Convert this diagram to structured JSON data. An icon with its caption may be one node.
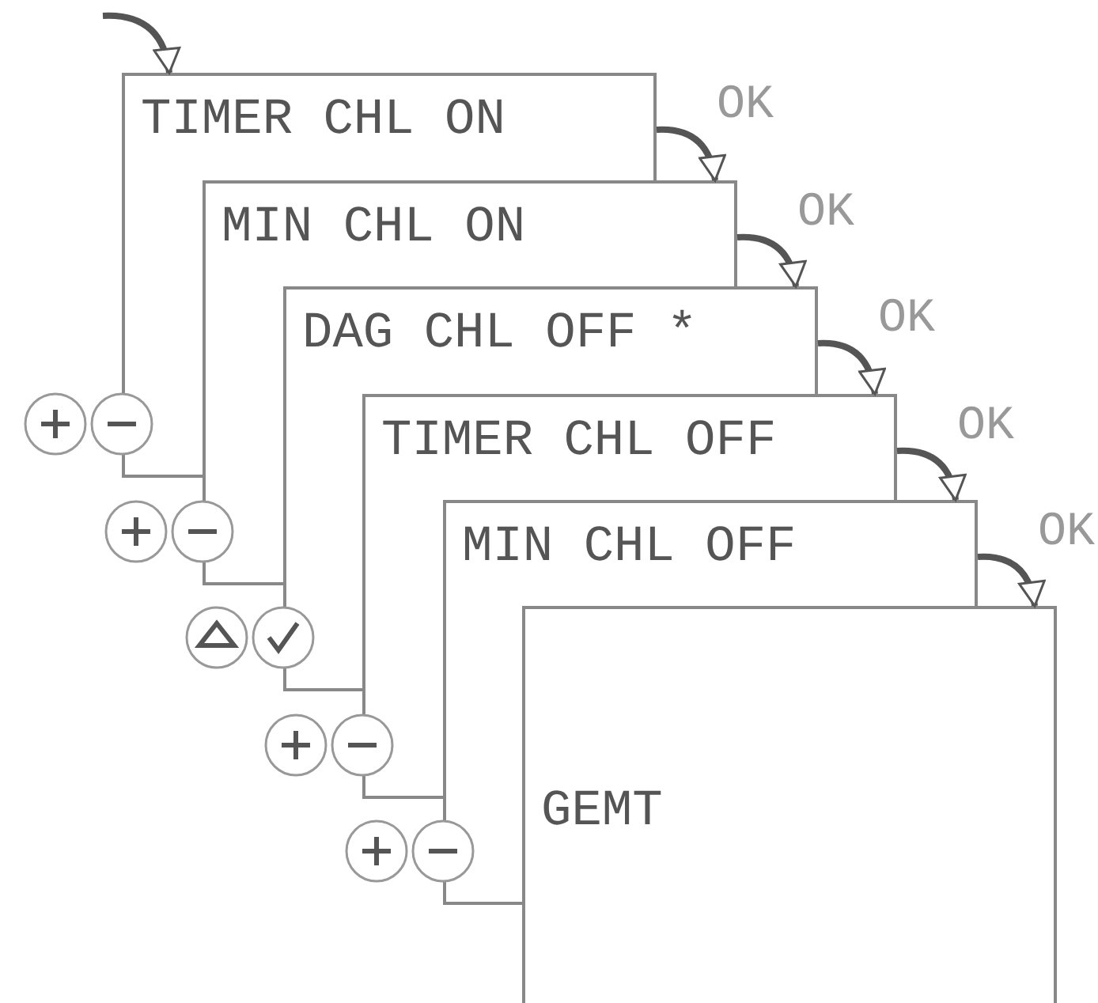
{
  "diagram": {
    "nodes": [
      {
        "text": [
          "TIMER CHL ON"
        ]
      },
      {
        "text": [
          "MIN CHL ON"
        ]
      },
      {
        "text": [
          "DAG CHL OFF *"
        ]
      },
      {
        "text": [
          "TIMER CHL OFF"
        ]
      },
      {
        "text": [
          "MIN CHL OFF"
        ]
      },
      {
        "text": [
          "GEMT"
        ]
      }
    ],
    "edges": [
      {
        "from": null,
        "to": 0,
        "arrow": "to"
      },
      {
        "from": 0,
        "to": 1,
        "arrow": "to",
        "label": "OK"
      },
      {
        "from": 1,
        "to": 2,
        "arrow": "to",
        "label": "OK"
      },
      {
        "from": 2,
        "to": 3,
        "arrow": "to",
        "label": "OK"
      },
      {
        "from": 3,
        "to": 4,
        "arrow": "to",
        "label": "OK"
      },
      {
        "from": 4,
        "to": 5,
        "arrow": "to",
        "label": "OK"
      }
    ]
  }
}
